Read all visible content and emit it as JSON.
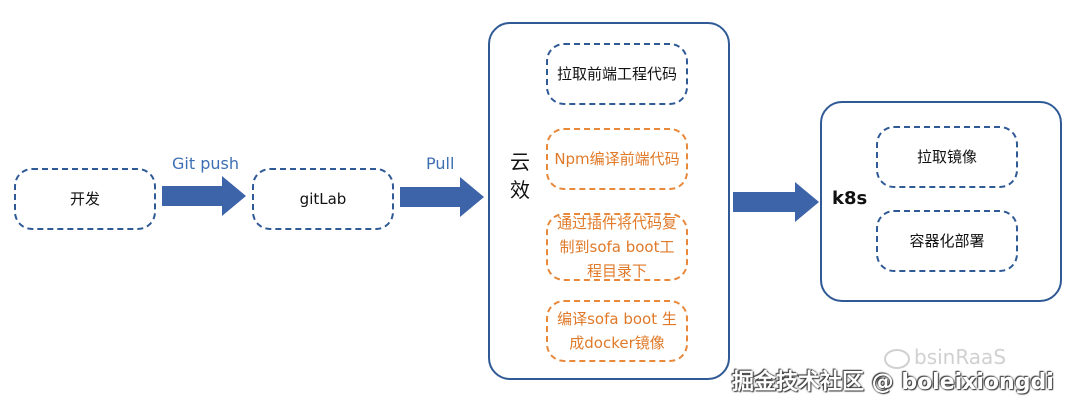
{
  "nodes": {
    "dev": "开发",
    "gitlab": "gitLab"
  },
  "arrows": {
    "git_push": "Git push",
    "pull": "Pull"
  },
  "cloud": {
    "label_line1": "云",
    "label_line2": "效",
    "steps": [
      {
        "text": "拉取前端工程代码",
        "color": "#2f5a96"
      },
      {
        "text": "Npm编译前端代码",
        "color": "#e8883a"
      },
      {
        "text": "通过插件将代码复制到sofa boot工程目录下",
        "color": "#e8883a"
      },
      {
        "text": "编译sofa boot 生成docker镜像",
        "color": "#e8883a"
      }
    ]
  },
  "k8s": {
    "label": "k8s",
    "steps": [
      "拉取镜像",
      "容器化部署"
    ]
  },
  "watermark": {
    "faint_text": "bsinRaaS",
    "credit": "掘金技术社区 @ boleixiongdi"
  },
  "colors": {
    "blue": "#2f5a96",
    "orange": "#e8883a",
    "arrow": "#3d64a8"
  }
}
